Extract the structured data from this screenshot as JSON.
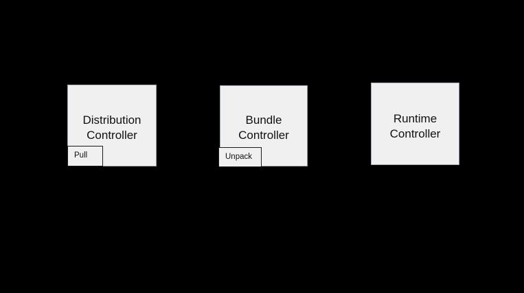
{
  "diagram": {
    "background_color": "#000000",
    "node_fill_color": "#f0f0f0",
    "node_border_color": "#9aa0a6",
    "sublabel_border_color": "#1a1a1a",
    "text_color": "#101010",
    "nodes": [
      {
        "id": "distribution-controller",
        "title": "Distribution\nController",
        "sublabel": "Pull"
      },
      {
        "id": "bundle-controller",
        "title": "Bundle\nController",
        "sublabel": "Unpack"
      },
      {
        "id": "runtime-controller",
        "title": "Runtime\nController",
        "sublabel": null
      }
    ]
  }
}
